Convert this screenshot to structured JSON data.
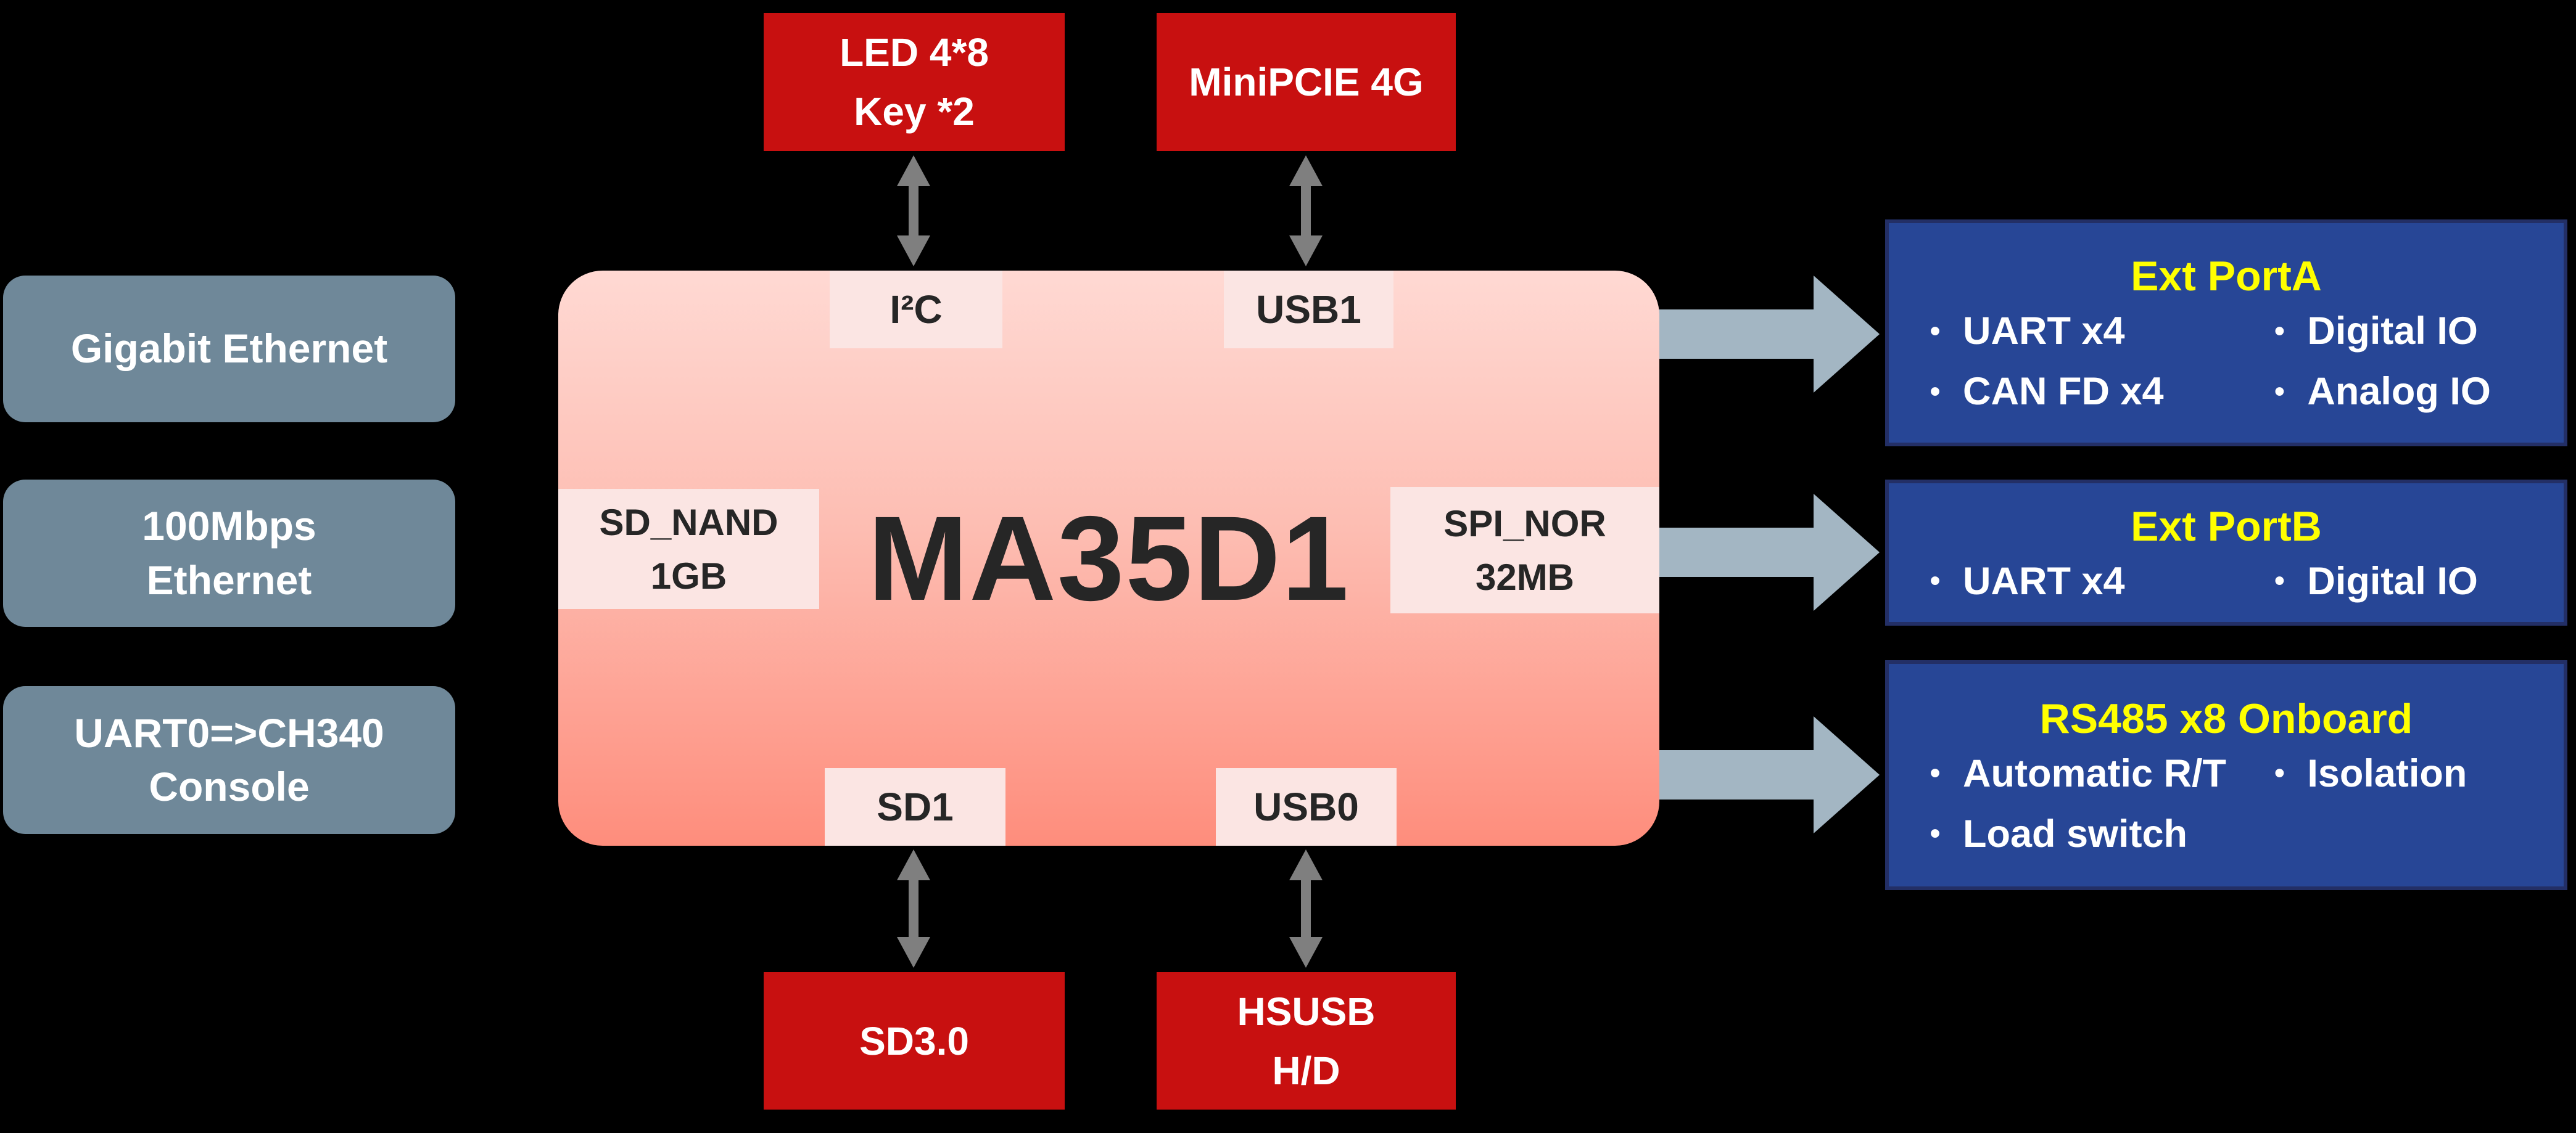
{
  "glyphs": {
    "bullet": "•"
  },
  "colors": {
    "background": "#000000",
    "red_box": "#C81010",
    "gray_box": "#6F8899",
    "blue_box": "#274696",
    "blue_box_border": "#232F66",
    "big_arrow": "#A3B6C3",
    "small_arrow": "#7F7F7F",
    "chip_gradient_top": "#FFD9D3",
    "chip_gradient_bottom": "#FE8D7C",
    "chip_label_bg": "#FBE5E3",
    "chip_text": "#262626",
    "title_yellow": "#FFFF00",
    "text_white": "#FFFFFF"
  },
  "left_panel": {
    "items": [
      {
        "label": "Gigabit Ethernet"
      },
      {
        "label": "100Mbps\nEthernet"
      },
      {
        "label": "UART0=>CH340\nConsole"
      }
    ]
  },
  "top_peripherals": {
    "led": {
      "label": "LED 4*8\nKey *2"
    },
    "minipcie": {
      "label": "MiniPCIE 4G"
    }
  },
  "bottom_peripherals": {
    "sd30": {
      "label": "SD3.0"
    },
    "hsusb": {
      "label": "HSUSB\nH/D"
    }
  },
  "chip": {
    "name": "MA35D1",
    "ports": {
      "i2c": "I²C",
      "usb1": "USB1",
      "sd_nand": "SD_NAND\n1GB",
      "spi_nor": "SPI_NOR\n32MB",
      "sd1": "SD1",
      "usb0": "USB0"
    }
  },
  "right_panel": {
    "boxes": [
      {
        "title": "Ext PortA",
        "left_bullets": [
          "UART x4",
          "CAN FD x4"
        ],
        "right_bullets": [
          "Digital IO",
          "Analog IO"
        ]
      },
      {
        "title": "Ext PortB",
        "left_bullets": [
          "UART x4"
        ],
        "right_bullets": [
          "Digital IO"
        ]
      },
      {
        "title": "RS485 x8 Onboard",
        "left_bullets": [
          "Automatic R/T",
          "Load switch"
        ],
        "right_bullets": [
          "Isolation"
        ]
      }
    ]
  }
}
